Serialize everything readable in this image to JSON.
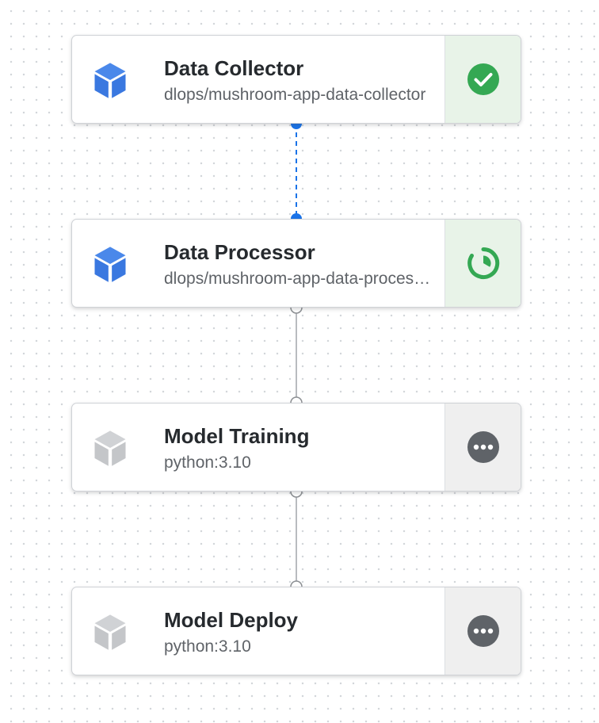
{
  "colors": {
    "accent": "#1a73e8",
    "success": "#34a853",
    "running": "#34a853",
    "pending": "#5f6368",
    "component_active": "#3a78e0",
    "component_inactive": "#c4c6c9",
    "edge_active": "#1a73e8",
    "edge_inactive": "#b8bbbf"
  },
  "nodes": [
    {
      "title": "Data Collector",
      "subtitle": "dlops/mushroom-app-data-collector",
      "component_icon": "cube-icon",
      "component_state": "active",
      "status": "succeeded",
      "status_icon": "check-circle-icon"
    },
    {
      "title": "Data Processor",
      "subtitle": "dlops/mushroom-app-data-processor",
      "component_icon": "cube-icon",
      "component_state": "active",
      "status": "running",
      "status_icon": "progress-circle-icon"
    },
    {
      "title": "Model Training",
      "subtitle": "python:3.10",
      "component_icon": "cube-icon",
      "component_state": "inactive",
      "status": "pending",
      "status_icon": "more-horiz-icon"
    },
    {
      "title": "Model Deploy",
      "subtitle": "python:3.10",
      "component_icon": "cube-icon",
      "component_state": "inactive",
      "status": "pending",
      "status_icon": "more-horiz-icon"
    }
  ],
  "edges": [
    {
      "from": "Data Collector",
      "to": "Data Processor",
      "style": "dashed",
      "state": "active"
    },
    {
      "from": "Data Processor",
      "to": "Model Training",
      "style": "solid",
      "state": "inactive"
    },
    {
      "from": "Model Training",
      "to": "Model Deploy",
      "style": "solid",
      "state": "inactive"
    }
  ]
}
